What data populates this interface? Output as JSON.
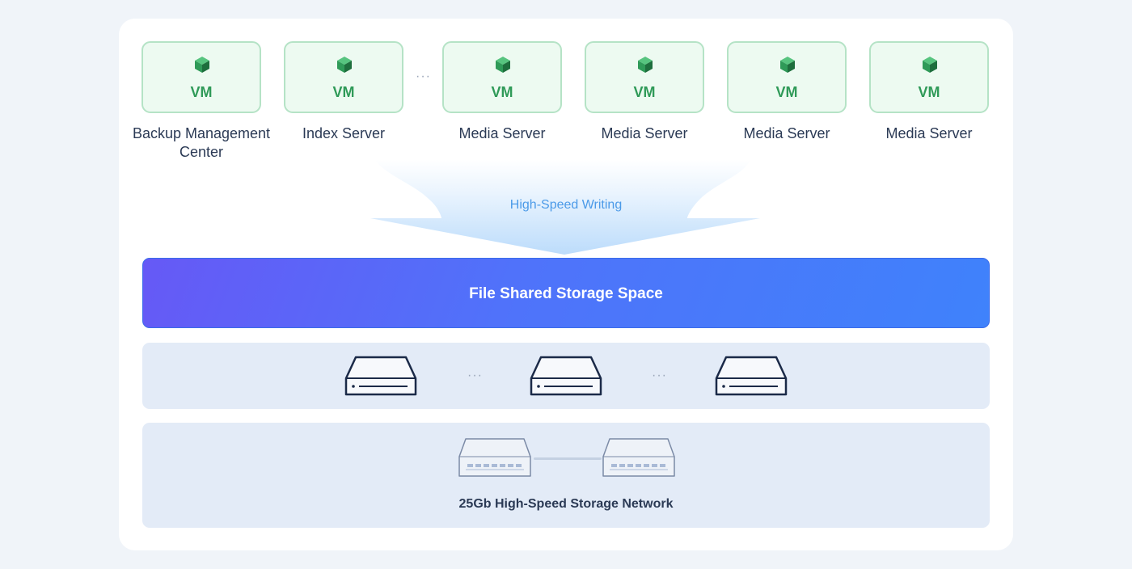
{
  "vms": [
    {
      "badge": "VM",
      "label": "Backup Management Center"
    },
    {
      "badge": "VM",
      "label": "Index Server"
    },
    {
      "badge": "VM",
      "label": "Media Server"
    },
    {
      "badge": "VM",
      "label": "Media Server"
    },
    {
      "badge": "VM",
      "label": "Media Server"
    },
    {
      "badge": "VM",
      "label": "Media Server"
    }
  ],
  "ellipsis": "···",
  "flow": {
    "label": "High-Speed Writing"
  },
  "storage": {
    "title": "File Shared Storage Space"
  },
  "network": {
    "label": "25Gb High-Speed Storage Network"
  },
  "icons": {
    "vm": "cube-icon",
    "disk": "server-disk-icon",
    "switch": "network-switch-icon"
  },
  "colors": {
    "vm_fill": "#edfaf1",
    "vm_border": "#b5e3c6",
    "vm_text": "#2f9a58",
    "flow_text": "#4b9ae8",
    "storage_start": "#6659f6",
    "storage_end": "#3f82fb",
    "panel": "#e3ebf7",
    "label_text": "#2b3a55"
  }
}
